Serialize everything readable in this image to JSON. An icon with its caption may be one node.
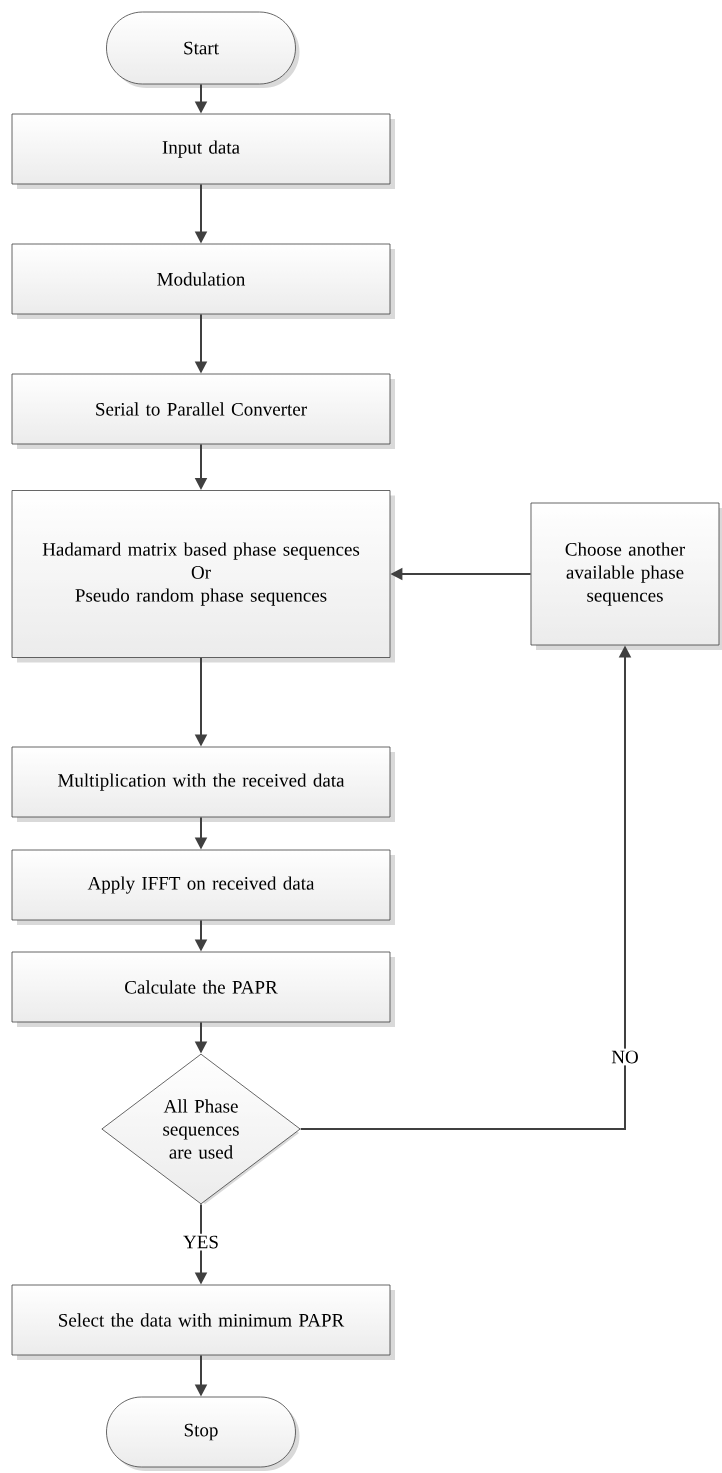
{
  "diagram": {
    "nodes": [
      {
        "text": [
          "Start"
        ]
      },
      {
        "text": [
          "Input data"
        ]
      },
      {
        "text": [
          "Modulation"
        ]
      },
      {
        "text": [
          "Serial to Parallel Converter"
        ]
      },
      {
        "text": [
          "Hadamard matrix based phase sequences",
          "Or",
          "Pseudo random phase sequences"
        ]
      },
      {
        "text": [
          "Choose another available phase sequences"
        ]
      },
      {
        "text": [
          "Multiplication with the received data"
        ]
      },
      {
        "text": [
          "Apply IFFT on received data"
        ]
      },
      {
        "text": [
          "Calculate the PAPR"
        ]
      },
      {
        "text": [
          "All Phase sequences are used"
        ]
      },
      {
        "text": [
          "Select the data with minimum PAPR"
        ]
      },
      {
        "text": [
          "Stop"
        ]
      }
    ],
    "edges": [
      {
        "from": 0,
        "to": 1,
        "arrow": "to"
      },
      {
        "from": 1,
        "to": 2,
        "arrow": "to"
      },
      {
        "from": 2,
        "to": 3,
        "arrow": "to"
      },
      {
        "from": 3,
        "to": 4,
        "arrow": "to"
      },
      {
        "from": 4,
        "to": 6,
        "arrow": "to"
      },
      {
        "from": 6,
        "to": 7,
        "arrow": "to"
      },
      {
        "from": 7,
        "to": 8,
        "arrow": "to"
      },
      {
        "from": 8,
        "to": 9,
        "arrow": "to"
      },
      {
        "from": 9,
        "to": 10,
        "label": "YES",
        "arrow": "to"
      },
      {
        "from": 10,
        "to": 11,
        "arrow": "to"
      },
      {
        "from": 9,
        "to": 5,
        "label": "NO",
        "arrow": "to"
      },
      {
        "from": 5,
        "to": 4,
        "arrow": "to"
      }
    ]
  }
}
